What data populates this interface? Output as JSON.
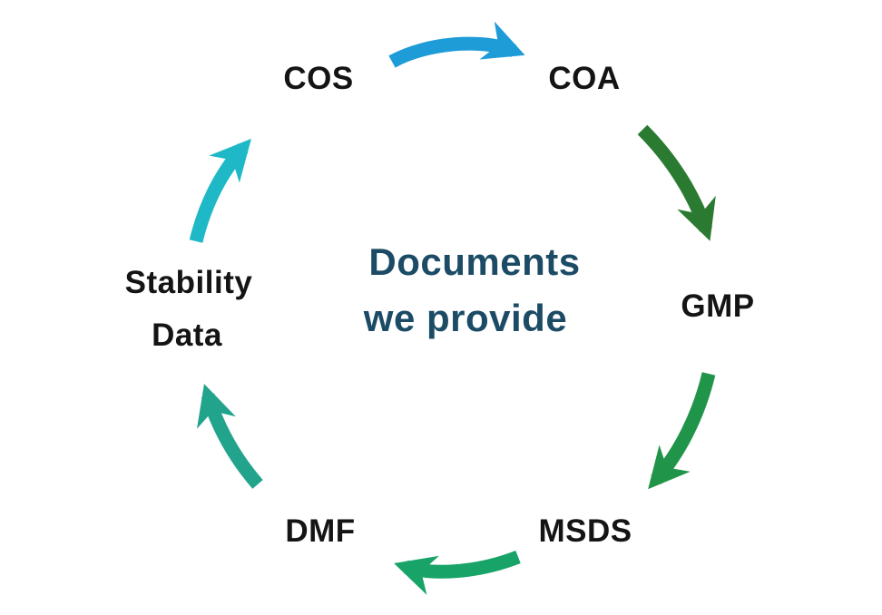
{
  "diagram": {
    "center_title": {
      "line1": "Documents",
      "line2": "we provide",
      "color": "#1c4b66"
    },
    "label_color": "#141414",
    "background": "#ffffff",
    "nodes": {
      "cos": {
        "label": "COS"
      },
      "coa": {
        "label": "COA"
      },
      "gmp": {
        "label": "GMP"
      },
      "msds": {
        "label": "MSDS"
      },
      "dmf": {
        "label": "DMF"
      },
      "stability_data": {
        "line1": "Stability",
        "line2": "Data"
      }
    },
    "arrows": {
      "cos_to_coa": {
        "from": "COS",
        "to": "COA",
        "color": "#1e9cd8"
      },
      "coa_to_gmp": {
        "from": "COA",
        "to": "GMP",
        "color": "#2a7b31"
      },
      "gmp_to_msds": {
        "from": "GMP",
        "to": "MSDS",
        "color": "#20954a"
      },
      "msds_to_dmf": {
        "from": "MSDS",
        "to": "DMF",
        "color": "#18a368"
      },
      "dmf_to_stability": {
        "from": "DMF",
        "to": "Stability Data",
        "color": "#22a38c"
      },
      "stability_to_cos": {
        "from": "Stability Data",
        "to": "COS",
        "color": "#1fb8c6"
      }
    }
  }
}
